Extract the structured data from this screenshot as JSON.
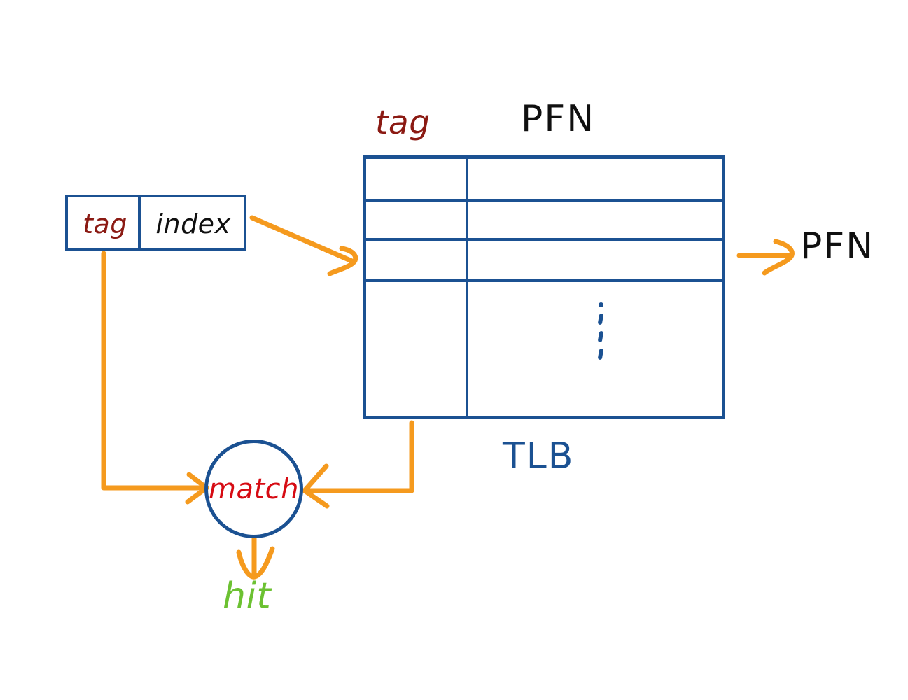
{
  "diagram": {
    "title": "TLB lookup diagram",
    "colors": {
      "ink_blue": "#1b5192",
      "tag_red_dark": "#8b1a13",
      "match_red": "#d60b13",
      "arrow_orange": "#f59a1e",
      "hit_green": "#6cc132",
      "black": "#101010",
      "background": "#ffffff"
    }
  },
  "virtual_address_box": {
    "tag_label": "tag",
    "index_label": "index"
  },
  "tlb": {
    "tag_column_header": "tag",
    "pfn_column_header": "PFN",
    "caption": "TLB",
    "row_count": 4,
    "ellipsis": "vertical-dots"
  },
  "match_node": {
    "label": "match",
    "shape": "circle"
  },
  "outputs": {
    "pfn_output_label": "PFN",
    "hit_output_label": "hit"
  },
  "arrows": [
    {
      "name": "index-to-tlb",
      "from": "virtual-address-index",
      "to": "tlb-left-edge",
      "color": "#f59a1e"
    },
    {
      "name": "tag-to-match",
      "from": "virtual-address-tag",
      "to": "match-node",
      "color": "#f59a1e"
    },
    {
      "name": "tlb-tag-to-match",
      "from": "tlb-tag-column",
      "to": "match-node",
      "color": "#f59a1e"
    },
    {
      "name": "match-to-hit",
      "from": "match-node",
      "to": "hit-label",
      "color": "#f59a1e"
    },
    {
      "name": "tlb-to-pfn",
      "from": "tlb-right-edge",
      "to": "pfn-output-label",
      "color": "#f59a1e"
    }
  ]
}
